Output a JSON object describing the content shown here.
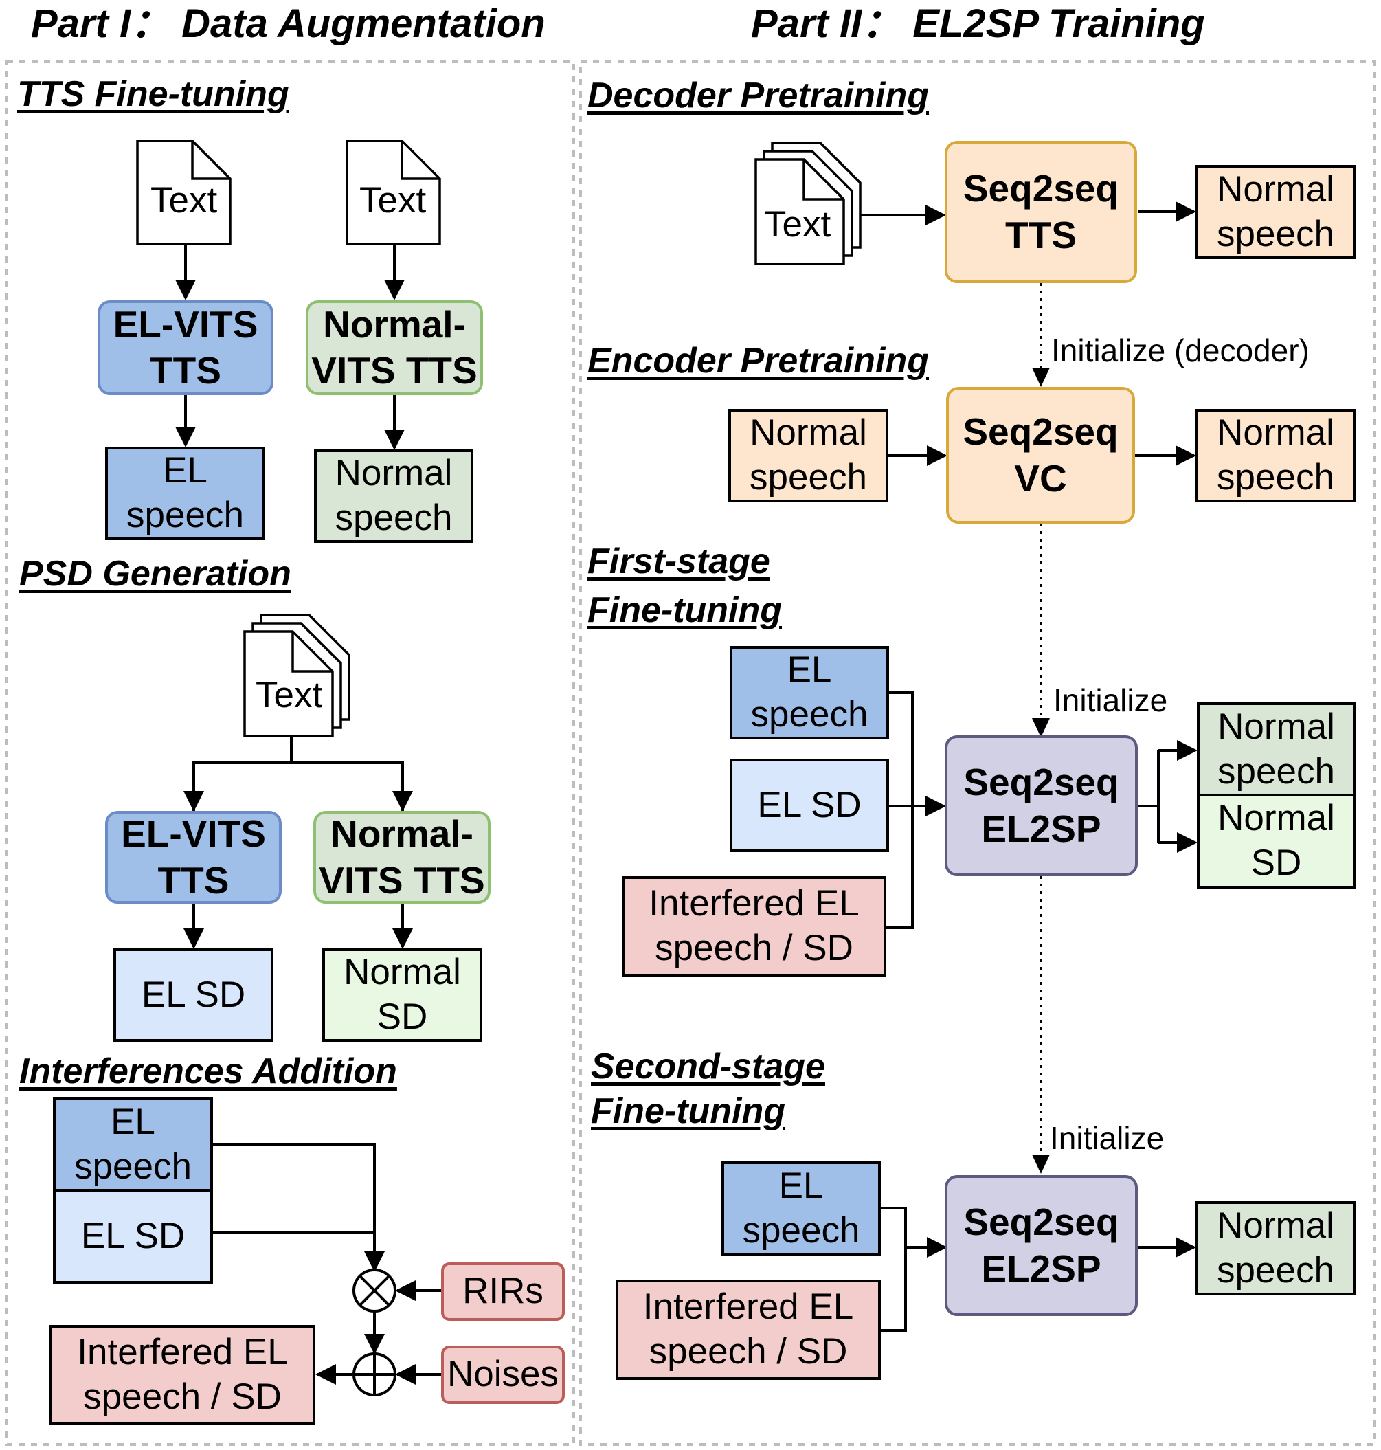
{
  "parts": {
    "part1": "Part I： Data Augmentation",
    "part2": "Part II： EL2SP Training"
  },
  "sections": {
    "tts_finetuning": "TTS Fine-tuning",
    "psd_generation": "PSD Generation",
    "interferences_addition": "Interferences Addition",
    "decoder_pretraining": "Decoder Pretraining",
    "encoder_pretraining": "Encoder Pretraining",
    "first_stage_1": "First-stage",
    "first_stage_2": "Fine-tuning",
    "second_stage_1": "Second-stage",
    "second_stage_2": "Fine-tuning"
  },
  "documents": {
    "text_label": "Text"
  },
  "models": {
    "el_vits_1": "EL-VITS",
    "el_vits_2": "TTS",
    "normal_vits_1": "Normal-",
    "normal_vits_2": "VITS TTS",
    "seq2seq": "Seq2seq",
    "tts": "TTS",
    "vc": "VC",
    "el2sp": "EL2SP"
  },
  "data": {
    "el_1": "EL",
    "speech": "speech",
    "normal": "Normal",
    "el_sd": "EL SD",
    "sd": "SD",
    "interfered_1": "Interfered EL",
    "interfered_2": "speech / SD"
  },
  "resources": {
    "rirs": "RIRs",
    "noises": "Noises"
  },
  "annotations": {
    "init_decoder": "Initialize (decoder)",
    "initialize": "Initialize"
  },
  "colors": {
    "el_blue": "#9fbfe9",
    "light_blue": "#d8e7fb",
    "normal_green": "#d9e6d5",
    "light_green": "#e9f8e2",
    "orange": "#fde6cd",
    "purple": "#d1d0e5",
    "pink": "#f2cdcb",
    "dashed_border": "#bdbdbd"
  }
}
